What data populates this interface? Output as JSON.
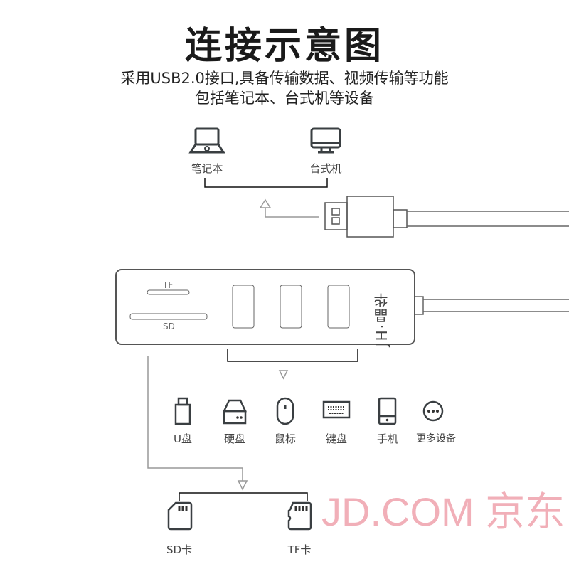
{
  "header": {
    "title": "连接示意图",
    "subtitle_line1": "采用USB2.0接口,具备传输数据、视频传输等功能",
    "subtitle_line2": "包括笔记本、台式机等设备"
  },
  "hosts": [
    {
      "label": "笔记本",
      "icon": "laptop-icon"
    },
    {
      "label": "台式机",
      "icon": "desktop-icon"
    }
  ],
  "hub": {
    "tf_slot_label": "TF",
    "sd_slot_label": "SD",
    "brand": "JH·晶华",
    "usb_ports": 3
  },
  "watermark": "JD.COM 京东",
  "devices": [
    {
      "label": "U盘",
      "icon": "usb-drive-icon"
    },
    {
      "label": "硬盘",
      "icon": "hard-drive-icon"
    },
    {
      "label": "鼠标",
      "icon": "mouse-icon"
    },
    {
      "label": "键盘",
      "icon": "keyboard-icon"
    },
    {
      "label": "手机",
      "icon": "phone-icon"
    },
    {
      "label": "更多设备",
      "icon": "more-icon"
    }
  ],
  "cards": [
    {
      "label": "SD卡",
      "icon": "sd-card-icon"
    },
    {
      "label": "TF卡",
      "icon": "tf-card-icon"
    }
  ]
}
